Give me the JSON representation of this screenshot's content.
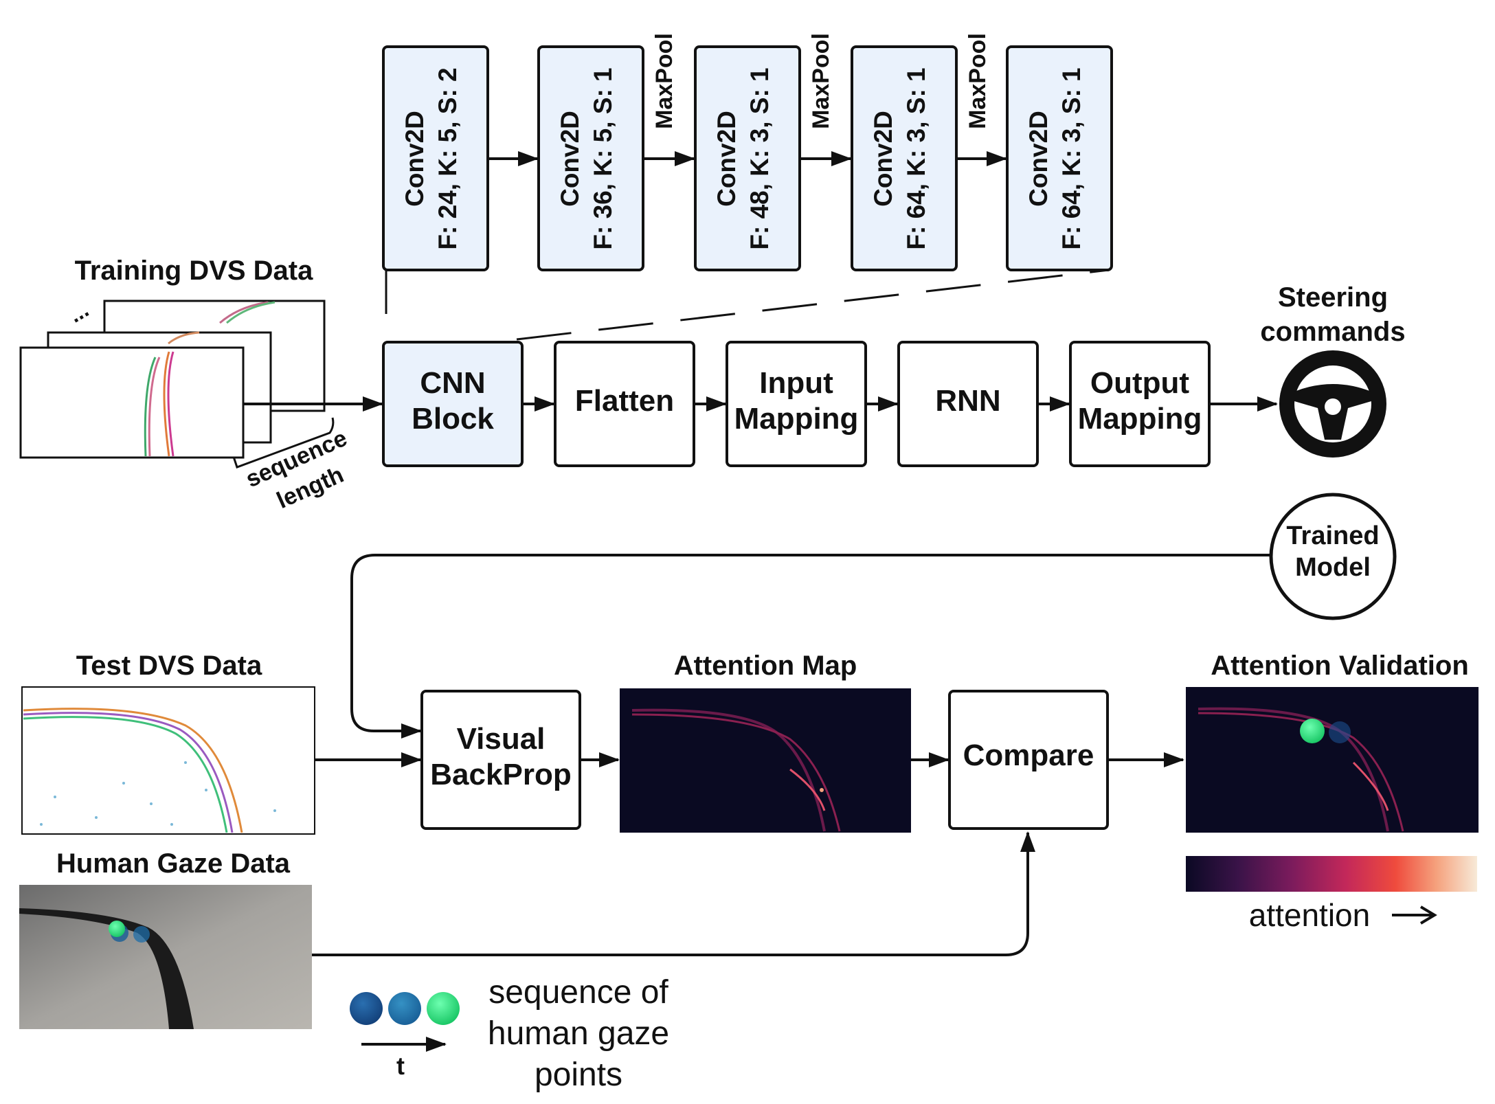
{
  "conv_layers": [
    {
      "line1": "Conv2D",
      "line2": "F: 24, K: 5, S: 2"
    },
    {
      "line1": "Conv2D",
      "line2": "F: 36, K: 5, S: 1"
    },
    {
      "line1": "Conv2D",
      "line2": "F: 48, K: 3, S: 1"
    },
    {
      "line1": "Conv2D",
      "line2": "F: 64, K: 3, S: 1"
    },
    {
      "line1": "Conv2D",
      "line2": "F: 64, K: 3, S: 1"
    }
  ],
  "maxpool_label": "MaxPool",
  "training": {
    "title": "Training DVS Data",
    "ellipsis": "...",
    "seq_line1": "sequence",
    "seq_line2": "length"
  },
  "pipeline": {
    "cnn_line1": "CNN",
    "cnn_line2": "Block",
    "flatten": "Flatten",
    "input_line1": "Input",
    "input_line2": "Mapping",
    "rnn": "RNN",
    "output_line1": "Output",
    "output_line2": "Mapping"
  },
  "steering": {
    "line1": "Steering",
    "line2": "commands",
    "icon": "steering-wheel-icon"
  },
  "trained_model": {
    "line1": "Trained",
    "line2": "Model"
  },
  "test": {
    "title": "Test DVS Data"
  },
  "visual_backprop": {
    "line1": "Visual",
    "line2": "BackProp"
  },
  "attention_map": {
    "title": "Attention Map"
  },
  "compare": "Compare",
  "attention_validation": {
    "title": "Attention Validation"
  },
  "colorbar": {
    "label": "attention",
    "colors": [
      "#0b0924",
      "#3a1348",
      "#7a1b5c",
      "#c3285a",
      "#ef4b3d",
      "#f5a17d",
      "#f7ead8"
    ]
  },
  "gaze": {
    "title": "Human Gaze Data",
    "time_label": "t",
    "legend_line1": "sequence of",
    "legend_line2": "human gaze",
    "legend_line3": "points",
    "colors": [
      "#1a4f8f",
      "#1f6ea8",
      "#25e07a"
    ]
  },
  "colors": {
    "block_fill": "#eaf2fc",
    "dark_panel": "#0a0a22",
    "stroke": "#111111"
  }
}
